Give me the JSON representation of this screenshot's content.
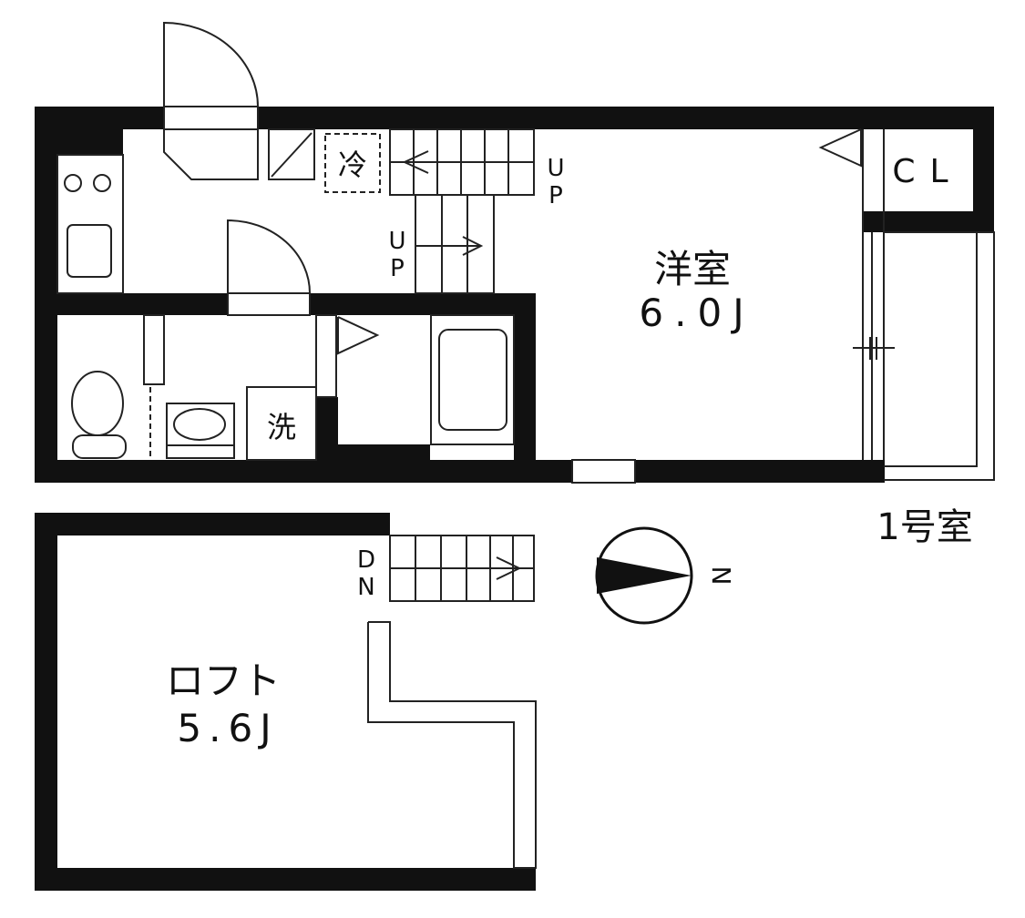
{
  "floor_plan": {
    "unit_label": "1号室",
    "rooms": {
      "western_room": {
        "name": "洋室",
        "size": "6.0J"
      },
      "loft": {
        "name": "ロフト",
        "size": "5.6J"
      },
      "closet": {
        "name": "CL"
      }
    },
    "fixtures": {
      "fridge": "冷",
      "washer": "洗"
    },
    "stair_labels": {
      "up_top": "UP",
      "up_mid": "UP",
      "down": "DN"
    },
    "compass": {
      "label": "N"
    },
    "colors": {
      "wall": "#111111",
      "line": "#222222",
      "background": "#ffffff"
    }
  }
}
